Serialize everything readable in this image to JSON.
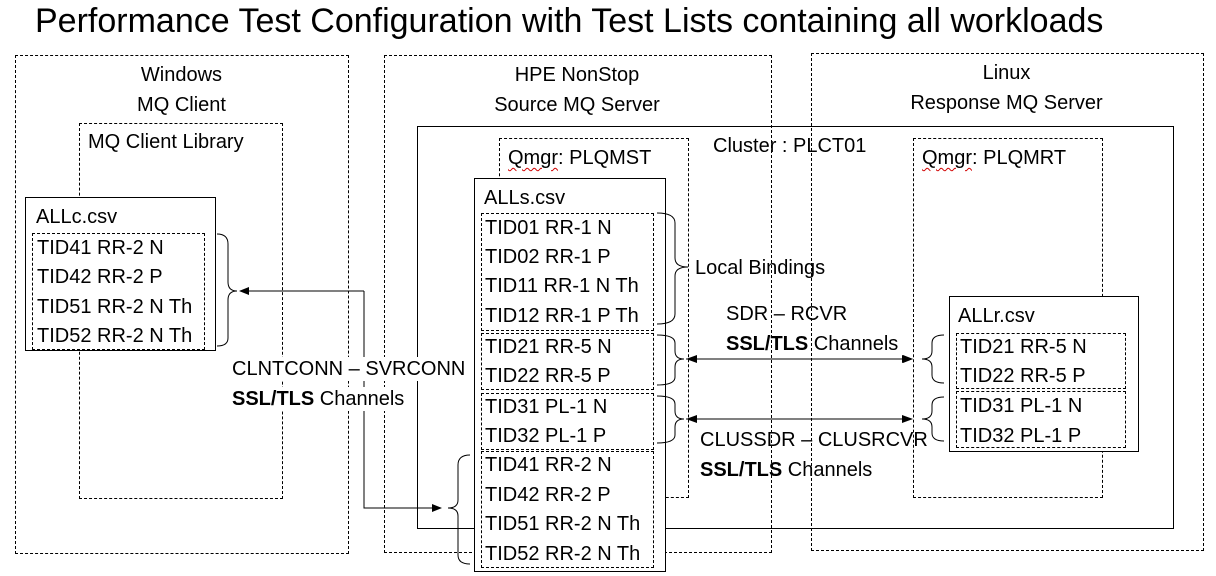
{
  "title": "Performance Test Configuration with Test Lists containing all workloads",
  "windows": {
    "heading_line1": "Windows",
    "heading_line2": "MQ Client",
    "library_label": "MQ Client Library",
    "csv_label": "ALLc.csv",
    "tests": [
      "TID41 RR-2 N",
      "TID42 RR-2 P",
      "TID51 RR-2 N Th",
      "TID52 RR-2 N Th"
    ]
  },
  "nonstop": {
    "heading_line1": "HPE NonStop",
    "heading_line2": "Source MQ Server",
    "qmgr_prefix": "Qmgr",
    "qmgr_suffix": ": PLQMST",
    "csv_label": "ALLs.csv",
    "group_local": [
      "TID01 RR-1 N",
      "TID02 RR-1 P",
      "TID11 RR-1 N Th",
      "TID12 RR-1 P Th"
    ],
    "group_rr5": [
      "TID21 RR-5 N",
      "TID22 RR-5 P"
    ],
    "group_pl1": [
      "TID31 PL-1 N",
      "TID32 PL-1 P"
    ],
    "group_rr2": [
      "TID41 RR-2 N",
      "TID42 RR-2 P",
      "TID51 RR-2 N Th",
      "TID52 RR-2 N Th"
    ]
  },
  "cluster_label": "Cluster : PLCT01",
  "linux": {
    "heading_line1": "Linux",
    "heading_line2": "Response MQ Server",
    "qmgr_prefix": "Qmgr",
    "qmgr_suffix": ": PLQMRT",
    "csv_label": "ALLr.csv",
    "group_rr5": [
      "TID21 RR-5 N",
      "TID22 RR-5 P"
    ],
    "group_pl1": [
      "TID31 PL-1 N",
      "TID32 PL-1 P"
    ]
  },
  "connections": {
    "local_bindings": "Local Bindings",
    "sdr_rcvr": "SDR – RCVR",
    "sdr_ssl": "SSL/TLS",
    "sdr_channels": " Channels",
    "clntconn": "CLNTCONN – SVRCONN",
    "clnt_ssl": "SSL/TLS",
    "clnt_channels": " Channels",
    "clussdr": "CLUSSDR – CLUSRCVR",
    "clus_ssl": "SSL/TLS",
    "clus_channels": " Channels"
  }
}
